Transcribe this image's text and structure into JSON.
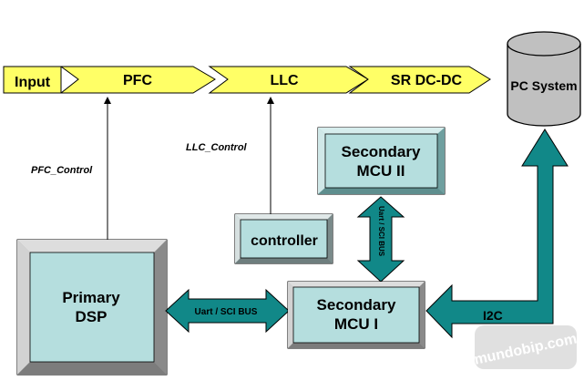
{
  "pipeline": {
    "input": "Input",
    "pfc": "PFC",
    "llc": "LLC",
    "sr": "SR DC-DC"
  },
  "pc_system": "PC System",
  "pfc_control": "PFC_Control",
  "llc_control": "LLC_Control",
  "controller": "controller",
  "secondary_mcu2": {
    "line1": "Secondary",
    "line2": "MCU II"
  },
  "secondary_mcu1": {
    "line1": "Secondary",
    "line2": "MCU I"
  },
  "primary_dsp": {
    "line1": "Primary",
    "line2": "DSP"
  },
  "uart_horizontal": "Uart / SCI BUS",
  "uart_vertical": "Uart / SCI BUS",
  "i2c": "I2C",
  "watermark": "mundobip.com",
  "colors": {
    "arrow_yellow": "#ffff66",
    "block_teal": "#b5dede",
    "teal_arrow": "#118888",
    "block_gray": "#c4c4c4",
    "cylinder_gray": "#c0c0c0"
  }
}
